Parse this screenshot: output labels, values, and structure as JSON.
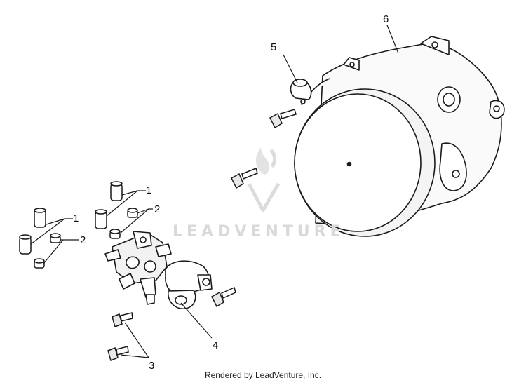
{
  "watermark": {
    "text": "LEADVENTURE",
    "logo": "leadventure-flame-logo"
  },
  "credit": "Rendered by LeadVenture, Inc.",
  "callouts": {
    "c1a": "1",
    "c1b": "1",
    "c2a": "2",
    "c2b": "2",
    "c3": "3",
    "c4": "4",
    "c5": "5",
    "c6": "6"
  },
  "colors": {
    "line": "#1a1a1a",
    "shade": "#cfcfcf",
    "watermark": "#d9d9d9"
  }
}
